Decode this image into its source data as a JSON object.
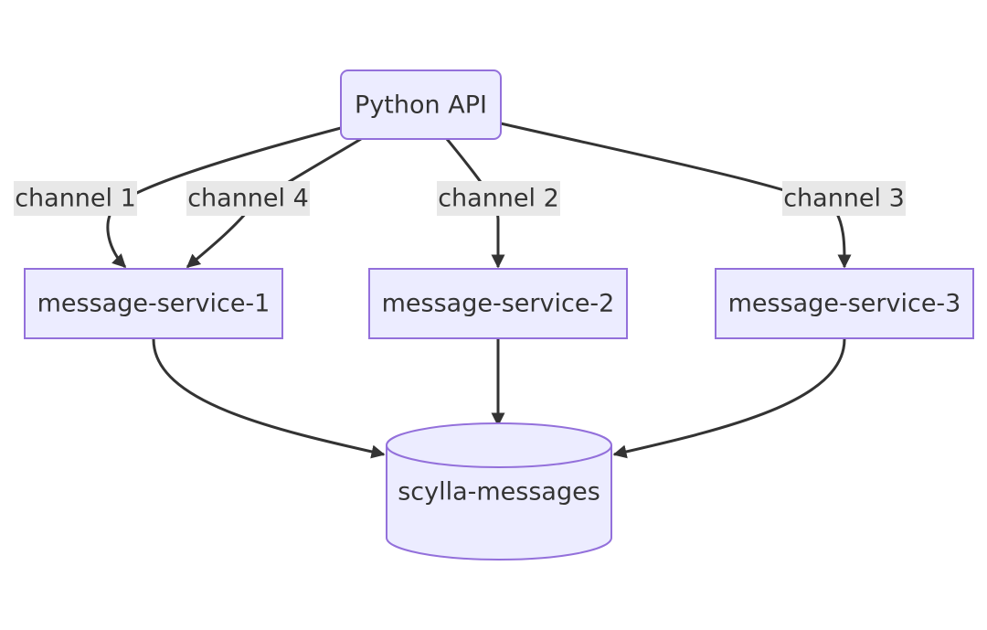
{
  "nodes": {
    "api": {
      "label": "Python API"
    },
    "service1": {
      "label": "message-service-1"
    },
    "service2": {
      "label": "message-service-2"
    },
    "service3": {
      "label": "message-service-3"
    },
    "database": {
      "label": "scylla-messages"
    }
  },
  "edges": {
    "channel1": {
      "label": "channel 1"
    },
    "channel2": {
      "label": "channel 2"
    },
    "channel3": {
      "label": "channel 3"
    },
    "channel4": {
      "label": "channel 4"
    }
  },
  "colors": {
    "node_fill": "#ECECFF",
    "node_stroke": "#9370DB",
    "edge": "#333333",
    "label_background": "#e8e8e8",
    "text": "#333333"
  }
}
